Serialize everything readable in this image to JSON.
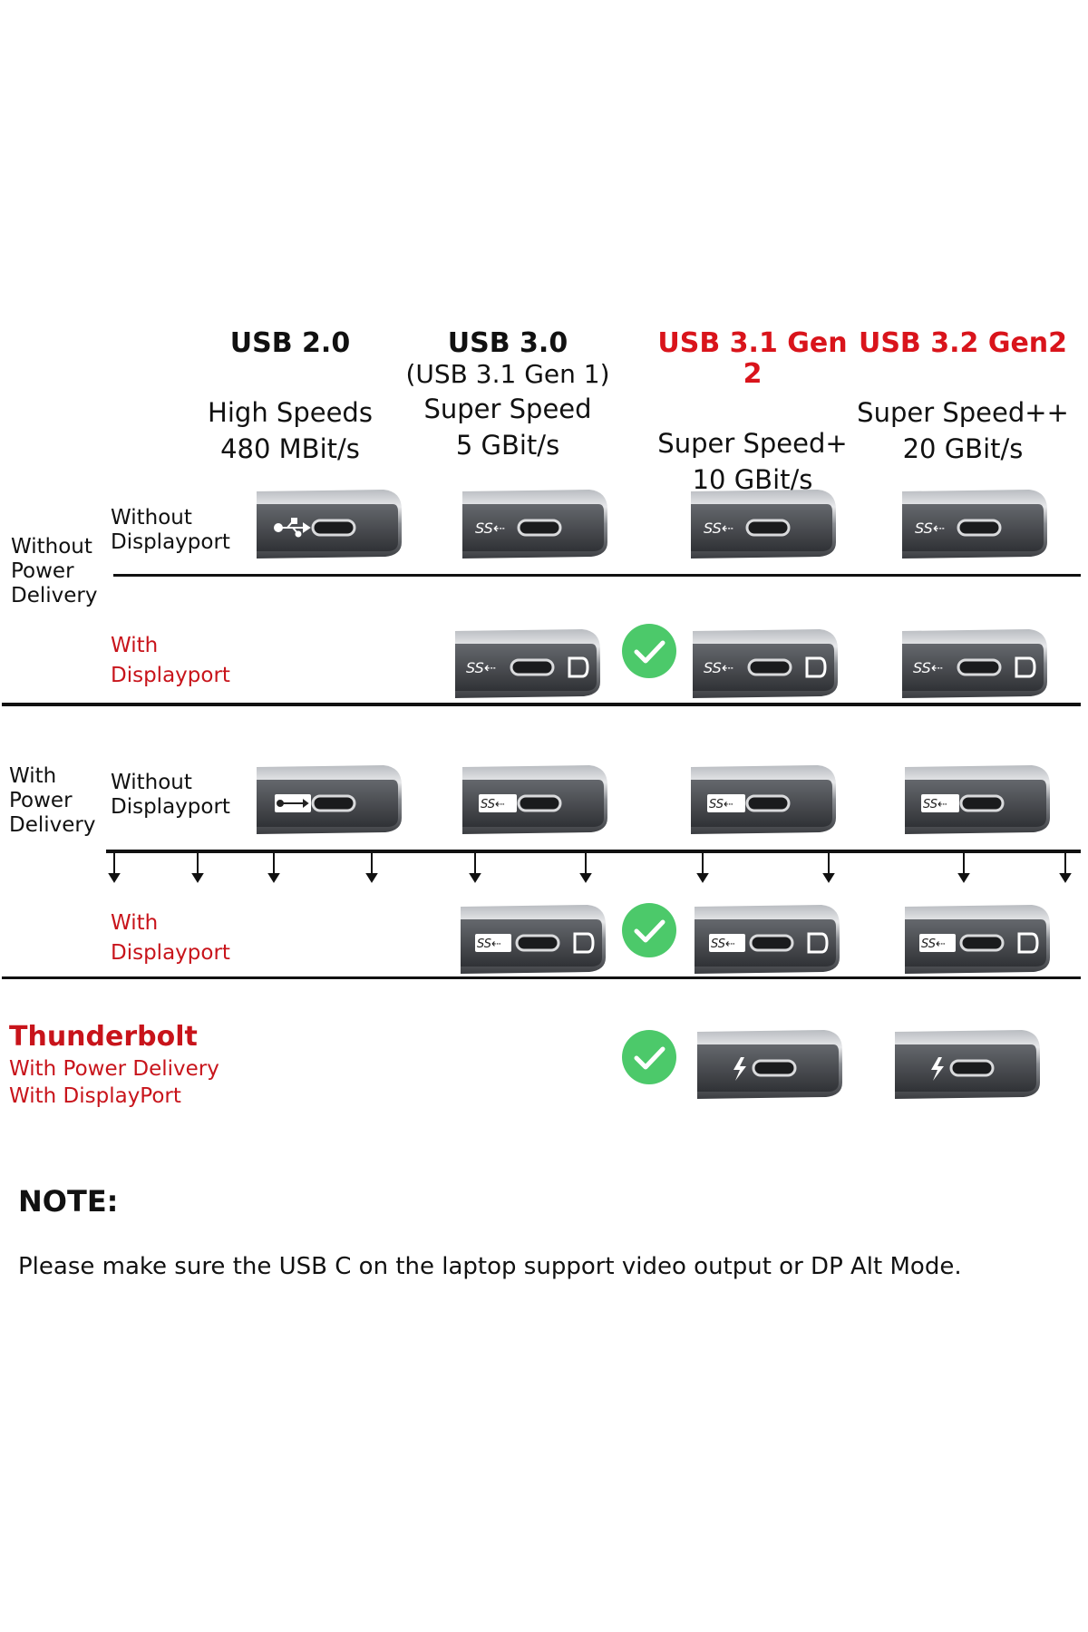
{
  "columns": [
    {
      "title": "USB 2.0",
      "subtitle": "",
      "speed_name": "High Speeds",
      "speed": "480 MBit/s",
      "highlight": false
    },
    {
      "title": "USB 3.0",
      "subtitle": "(USB 3.1 Gen 1)",
      "speed_name": "Super Speed",
      "speed": "5 GBit/s",
      "highlight": false
    },
    {
      "title": "USB 3.1 Gen 2",
      "subtitle": "",
      "speed_name": "Super Speed+",
      "speed": "10 GBit/s",
      "highlight": true
    },
    {
      "title": "USB 3.2 Gen2",
      "subtitle": "",
      "speed_name": "Super Speed++",
      "speed": "20 GBit/s",
      "highlight": true
    }
  ],
  "rows": {
    "without_pd": {
      "label_line1": "Without",
      "label_line2": "Power",
      "label_line3": "Delivery"
    },
    "without_dp_1": {
      "line1": "Without",
      "line2": "Displayport"
    },
    "with_dp_1": {
      "line1": "With",
      "line2": "Displayport"
    },
    "with_pd": {
      "label_line1": "With",
      "label_line2": "Power",
      "label_line3": "Delivery"
    },
    "without_dp_2": {
      "line1": "Without",
      "line2": "Displayport"
    },
    "with_dp_2": {
      "line1": "With",
      "line2": "Displayport"
    }
  },
  "thunderbolt": {
    "title": "Thunderbolt",
    "line1": "With Power Delivery",
    "line2": "With DisplayPort"
  },
  "note": {
    "title": "NOTE:",
    "text": "Please make sure the USB C on the laptop support video output or DP Alt Mode."
  },
  "port_icons": {
    "usb2": "usb-trident-icon",
    "ss": "superspeed-icon",
    "ss10": "superspeed-10-icon",
    "ss20": "superspeed-20-icon",
    "dp": "displayport-icon",
    "thunderbolt": "thunderbolt-icon",
    "check": "checkmark-icon"
  },
  "colors": {
    "accent_red": "#d9141b",
    "check_green": "#4cc96a",
    "rule": "#111111"
  }
}
